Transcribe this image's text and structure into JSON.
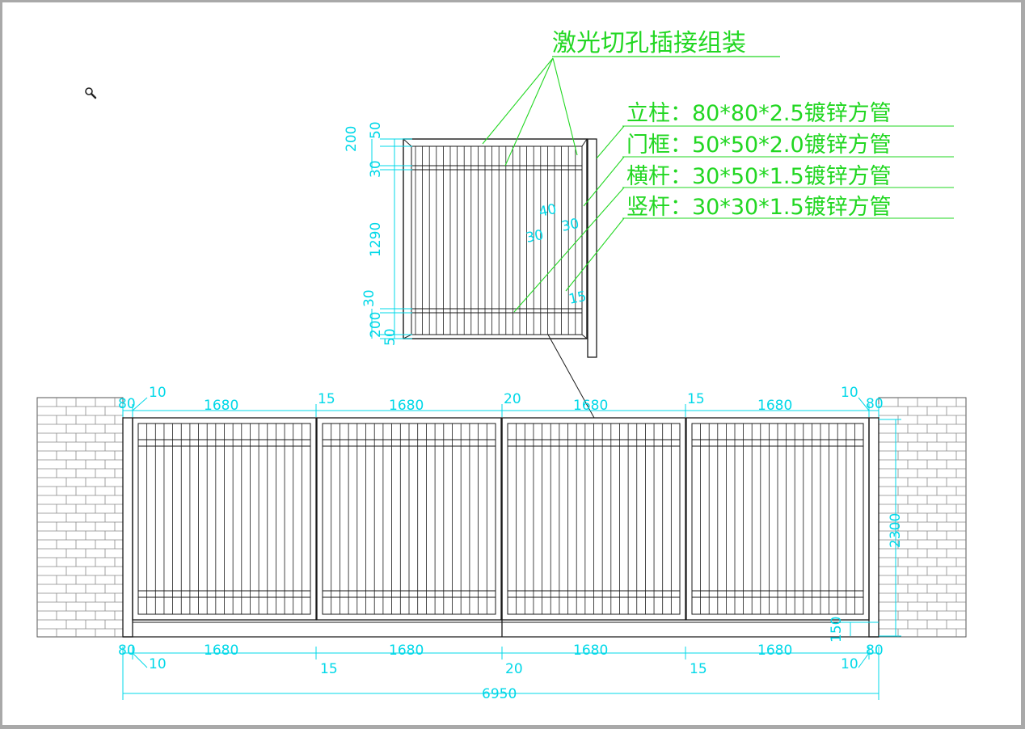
{
  "colors": {
    "linework": "#1a1a1a",
    "dimension": "#00d8e8",
    "leader": "#22d722"
  },
  "toolbar": {
    "zoom_icon": "magnifier-icon"
  },
  "detail": {
    "title": "激光切孔插接组装",
    "specs": [
      "立柱：80*80*2.5镀锌方管",
      "门框：50*50*2.0镀锌方管",
      "横杆：30*50*1.5镀锌方管",
      "竖杆：30*30*1.5镀锌方管"
    ],
    "dims_left": [
      "200",
      "50",
      "30",
      "1290",
      "30",
      "200",
      "50"
    ],
    "dims_inner": [
      "40",
      "30",
      "30",
      "15"
    ]
  },
  "elevation": {
    "post_width": "80",
    "gap_end": "10",
    "gap_a": "15",
    "gap_center": "20",
    "panel_width": "1680",
    "height": "2300",
    "bottom_clearance": "150",
    "total_width": "6950"
  }
}
